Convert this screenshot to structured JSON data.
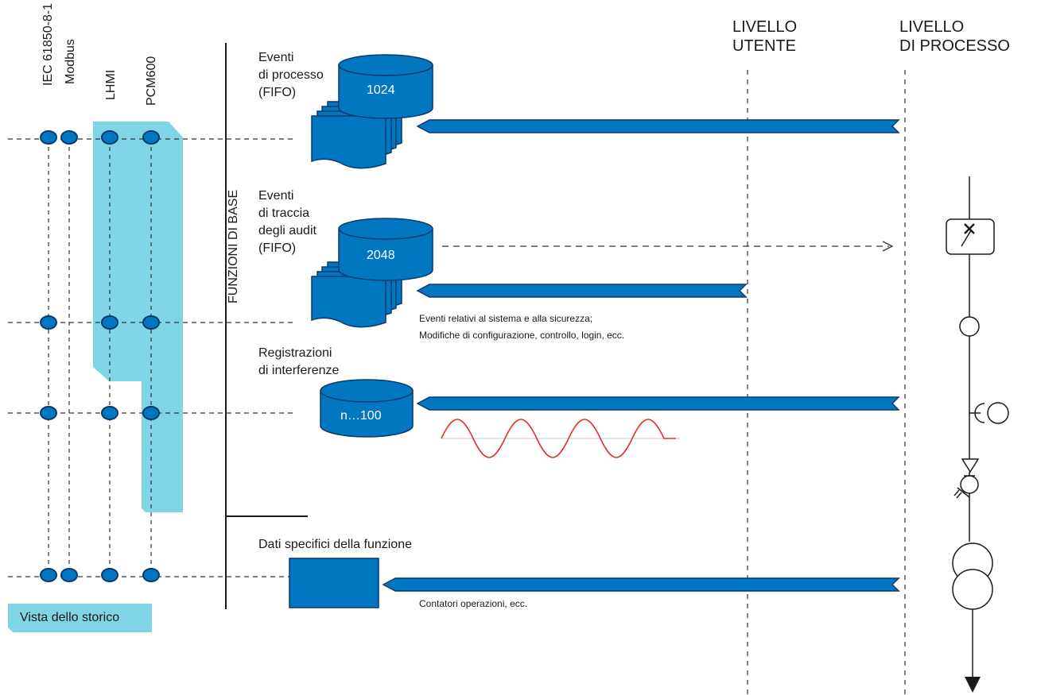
{
  "interfaces": {
    "iec": "IEC 61850-8-1",
    "modbus": "Modbus",
    "lhmi": "LHMI",
    "pcm600": "PCM600"
  },
  "base_functions_label": "FUNZIONI DI BASE",
  "levels": {
    "user": [
      "LIVELLO",
      "UTENTE"
    ],
    "process": [
      "LIVELLO",
      "DI PROCESSO"
    ]
  },
  "process_events": {
    "title": [
      "Eventi",
      "di processo",
      "(FIFO)"
    ],
    "capacity": "1024"
  },
  "audit_events": {
    "title": [
      "Eventi",
      "di traccia",
      "degli audit",
      "(FIFO)"
    ],
    "capacity": "2048",
    "note": [
      "Eventi relativi al sistema e alla sicurezza;",
      "Modifiche di configurazione, controllo, login, ecc."
    ]
  },
  "disturbance_records": {
    "title": [
      "Registrazioni",
      "di interferenze"
    ],
    "capacity": "n…100"
  },
  "function_data": {
    "title": "Dati specifici della funzione",
    "note": "Contatori operazioni, ecc."
  },
  "legend": {
    "history_view": "Vista dello storico"
  },
  "colors": {
    "db_fill": "#0077c0",
    "db_stroke": "#0a3a6b",
    "arrow": "#0077c0",
    "highlight": "#7fd4e6",
    "waveform": "#e0302a"
  }
}
